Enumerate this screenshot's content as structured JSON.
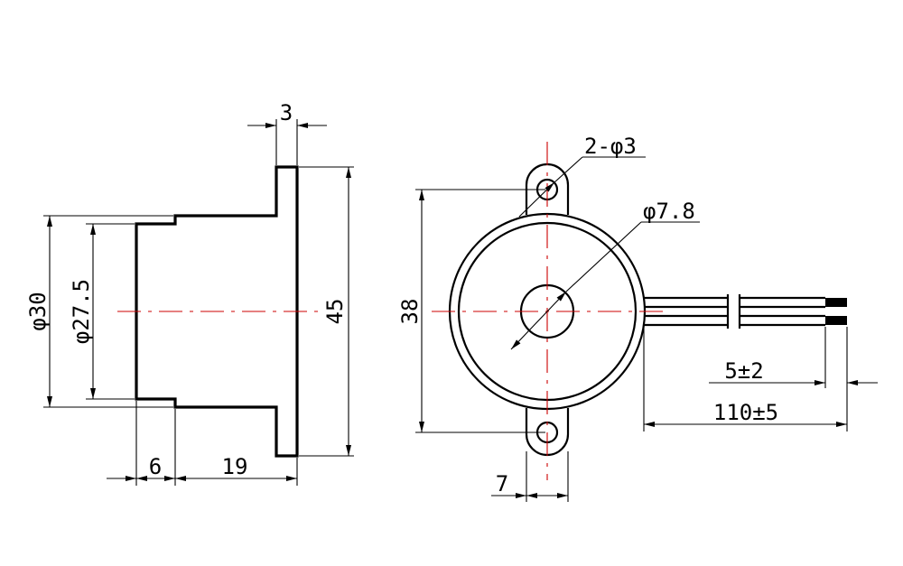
{
  "side_view": {
    "dim_flange_thickness": "3",
    "dim_outer_dia": "φ30",
    "dim_inner_dia": "φ27.5",
    "dim_flange_height": "45",
    "dim_step_length": "6",
    "dim_body_length": "19"
  },
  "front_view": {
    "dim_mount_holes": "2-φ3",
    "dim_sound_hole": "φ7.8",
    "dim_hole_spacing": "38",
    "dim_tab_width": "7",
    "dim_lead_strip": "5±2",
    "dim_lead_length": "110±5"
  }
}
